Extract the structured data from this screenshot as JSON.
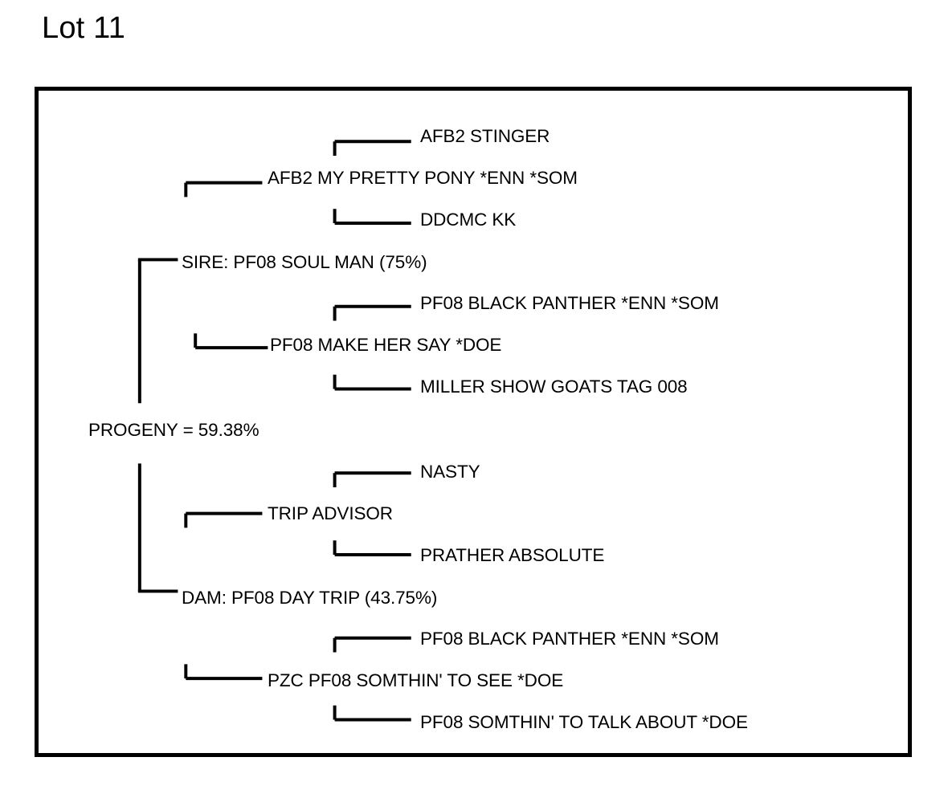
{
  "page": {
    "title": "Lot 11"
  },
  "pedigree": {
    "progeny_label": "PROGENY = 59.38%",
    "sire": {
      "label": "SIRE: PF08 SOUL MAN (75%)",
      "sire_side": {
        "label": "AFB2 MY PRETTY PONY *ENN *SOM",
        "sire": "AFB2 STINGER",
        "dam": "DDCMC KK"
      },
      "dam_side": {
        "label": "PF08 MAKE HER SAY *DOE",
        "sire": "PF08 BLACK PANTHER *ENN *SOM",
        "dam": "MILLER SHOW GOATS TAG 008"
      }
    },
    "dam": {
      "label": "DAM: PF08 DAY TRIP (43.75%)",
      "sire_side": {
        "label": "TRIP ADVISOR",
        "sire": "NASTY",
        "dam": "PRATHER ABSOLUTE"
      },
      "dam_side": {
        "label": "PZC PF08 SOMTHIN' TO SEE *DOE",
        "sire": "PF08 BLACK PANTHER *ENN *SOM",
        "dam": "PF08 SOMTHIN' TO TALK ABOUT *DOE"
      }
    }
  },
  "style": {
    "line_color": "#000000",
    "border_color": "#000000",
    "background": "#ffffff"
  }
}
